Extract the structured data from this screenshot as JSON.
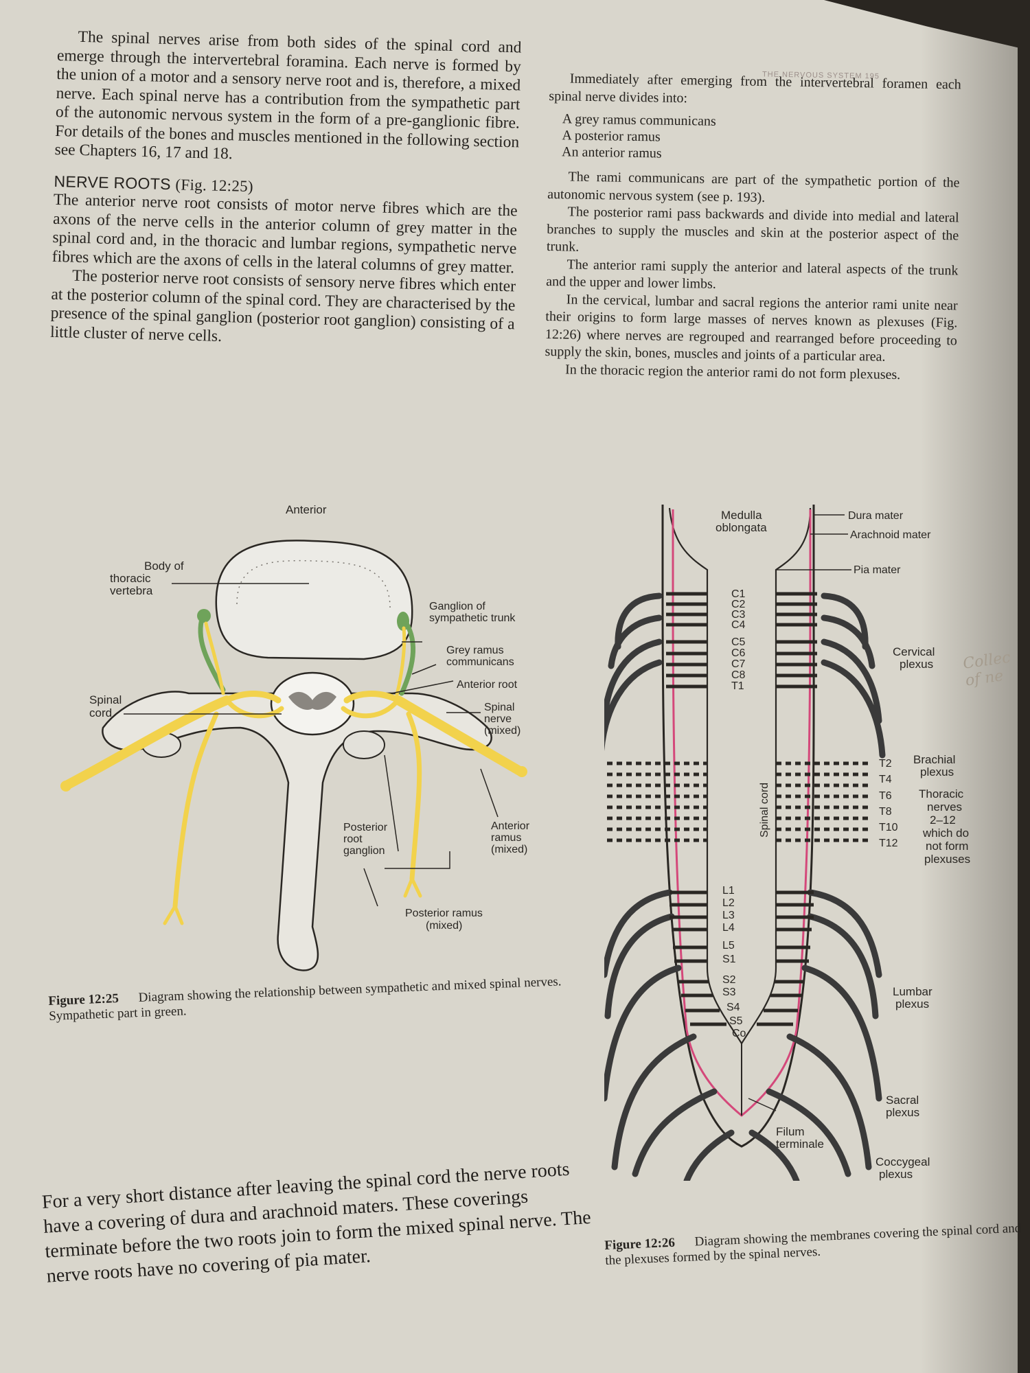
{
  "running_head": "THE NERVOUS SYSTEM   195",
  "left_column": {
    "intro": "The spinal nerves arise from both sides of the spinal cord and emerge through the intervertebral foramina. Each nerve is formed by the union of a motor and a sensory nerve root and is, therefore, a mixed nerve. Each spinal nerve has a contribution from the sympathetic part of the autonomic nervous system in the form of a pre-ganglionic fibre. For details of the bones and muscles mentioned in the following section see Chapters 16, 17 and 18.",
    "heading": "NERVE ROOTS",
    "heading_ref": "(Fig. 12:25)",
    "anterior_para": "The anterior nerve root consists of motor nerve fibres which are the axons of the nerve cells in the anterior column of grey matter in the spinal cord and, in the thoracic and lumbar regions, sympathetic nerve fibres which are the axons of cells in the lateral columns of grey matter.",
    "posterior_para": "The posterior nerve root consists of sensory nerve fibres which enter at the posterior column of the spinal cord. They are characterised by the presence of the spinal ganglion (posterior root ganglion) consisting of a little cluster of nerve cells."
  },
  "right_column": {
    "intro": "Immediately after emerging from the intervertebral foramen each spinal nerve divides into:",
    "list": [
      "A grey ramus communicans",
      "A posterior ramus",
      "An anterior ramus"
    ],
    "p1": "The rami communicans are part of the sympathetic portion of the autonomic nervous system (see p. 193).",
    "p2": "The posterior rami pass backwards and divide into medial and lateral branches to supply the muscles and skin at the posterior aspect of the trunk.",
    "p3": "The anterior rami supply the anterior and lateral aspects of the trunk and the upper and lower limbs.",
    "p4": "In the cervical, lumbar and sacral regions the anterior rami unite near their origins to form large masses of nerves known as plexuses (Fig. 12:26) where nerves are regrouped and rearranged before proceeding to supply the skin, bones, muscles and joints of a particular area.",
    "p5": "In the thoracic region the anterior rami do not form plexuses."
  },
  "figure_25": {
    "labels": {
      "anterior": "Anterior",
      "body_of_vertebra": [
        "Body of",
        "thoracic",
        "vertebra"
      ],
      "ganglion": [
        "Ganglion of",
        "sympathetic trunk"
      ],
      "grey_ramus": [
        "Grey ramus",
        "communicans"
      ],
      "anterior_root": "Anterior root",
      "spinal_cord": [
        "Spinal",
        "cord"
      ],
      "spinal_nerve": [
        "Spinal",
        "nerve",
        "(mixed)"
      ],
      "posterior_root_ganglion": [
        "Posterior",
        "root",
        "ganglion"
      ],
      "anterior_ramus": [
        "Anterior",
        "ramus",
        "(mixed)"
      ],
      "posterior_ramus": [
        "Posterior ramus",
        "(mixed)"
      ]
    },
    "caption_label": "Figure 12:25",
    "caption_text": "Diagram showing the relationship between sympathetic and mixed spinal nerves. Sympathetic part in green.",
    "colors": {
      "nerve": "#f2d24c",
      "sympathetic": "#6fa35a",
      "bone": "#e8e6df"
    }
  },
  "figure_26": {
    "labels": {
      "medulla": [
        "Medulla",
        "oblongata"
      ],
      "dura": "Dura mater",
      "arachnoid": "Arachnoid mater",
      "pia": "Pia mater",
      "cervical_plexus": [
        "Cervical",
        "plexus"
      ],
      "brachial_plexus": [
        "Brachial",
        "plexus"
      ],
      "thoracic_nerves": [
        "Thoracic",
        "nerves",
        "2–12",
        "which do",
        "not form",
        "plexuses"
      ],
      "lumbar_plexus": [
        "Lumbar",
        "plexus"
      ],
      "sacral_plexus": [
        "Sacral",
        "plexus"
      ],
      "coccygeal_plexus": [
        "Coccygeal",
        "plexus"
      ],
      "filum": [
        "Filum",
        "terminale"
      ],
      "spinal_cord": "Spinal cord"
    },
    "segments_cervical": [
      "C1",
      "C2",
      "C3",
      "C4",
      "C5",
      "C6",
      "C7",
      "C8",
      "T1"
    ],
    "segments_thoracic": [
      "T2",
      "T4",
      "T6",
      "T8",
      "T10",
      "T12"
    ],
    "segments_lumbosacral": [
      "L1",
      "L2",
      "L3",
      "L4",
      "L5",
      "S1",
      "S2",
      "S3",
      "S4",
      "S5",
      "Co"
    ],
    "caption_label": "Figure 12:26",
    "caption_text": "Diagram showing the membranes covering the spinal cord and the plexuses formed by the spinal nerves.",
    "colors": {
      "pia_line": "#d4487a",
      "nerves": "#3a3a3a"
    }
  },
  "handwritten_note": [
    "Collec",
    "of ne"
  ],
  "bottom_paragraph": "For a very short distance after leaving the spinal cord the nerve roots have a covering of dura and arachnoid maters. These coverings terminate before the two roots join to form the mixed spinal nerve. The nerve roots have no covering of pia mater."
}
